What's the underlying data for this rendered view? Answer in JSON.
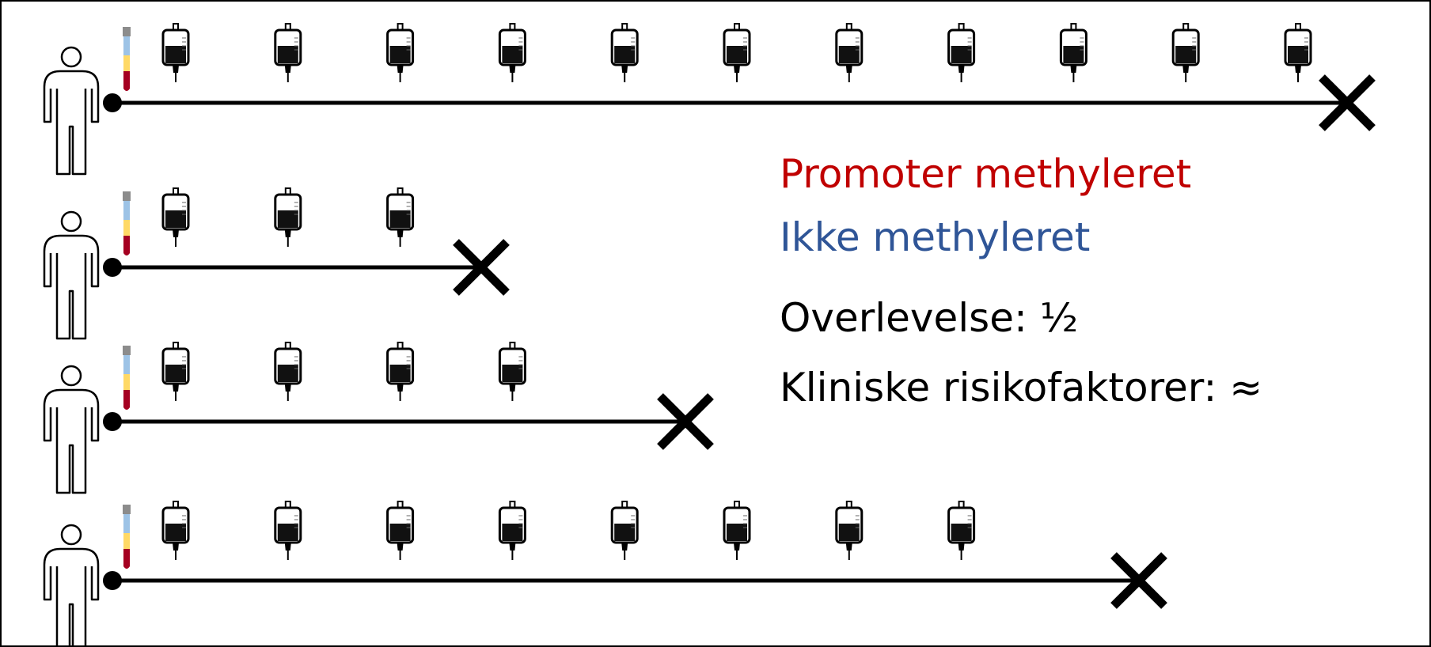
{
  "legend": {
    "methylated_label": "Promoter methyleret",
    "unmethylated_label": "Ikke methyleret",
    "survival_text": "Overlevelse: ½",
    "risk_text": "Kliniske risikofaktorer: ≈"
  },
  "colors": {
    "methylated": "#c00000",
    "unmethylated": "#2f5597",
    "text": "#000000",
    "tube_cap": "#8c8c8c",
    "tube_top": "#9dc3e6",
    "tube_middle": "#ffd966",
    "tube_bottom": "#a50021"
  },
  "icons": {
    "patient": "person-outline-icon",
    "blood_sample": "blood-tube-icon",
    "treatment": "iv-bag-icon",
    "death": "cross-x-icon"
  },
  "patients": [
    {
      "treatment_count": 11
    },
    {
      "treatment_count": 3
    },
    {
      "treatment_count": 4
    },
    {
      "treatment_count": 8
    }
  ]
}
